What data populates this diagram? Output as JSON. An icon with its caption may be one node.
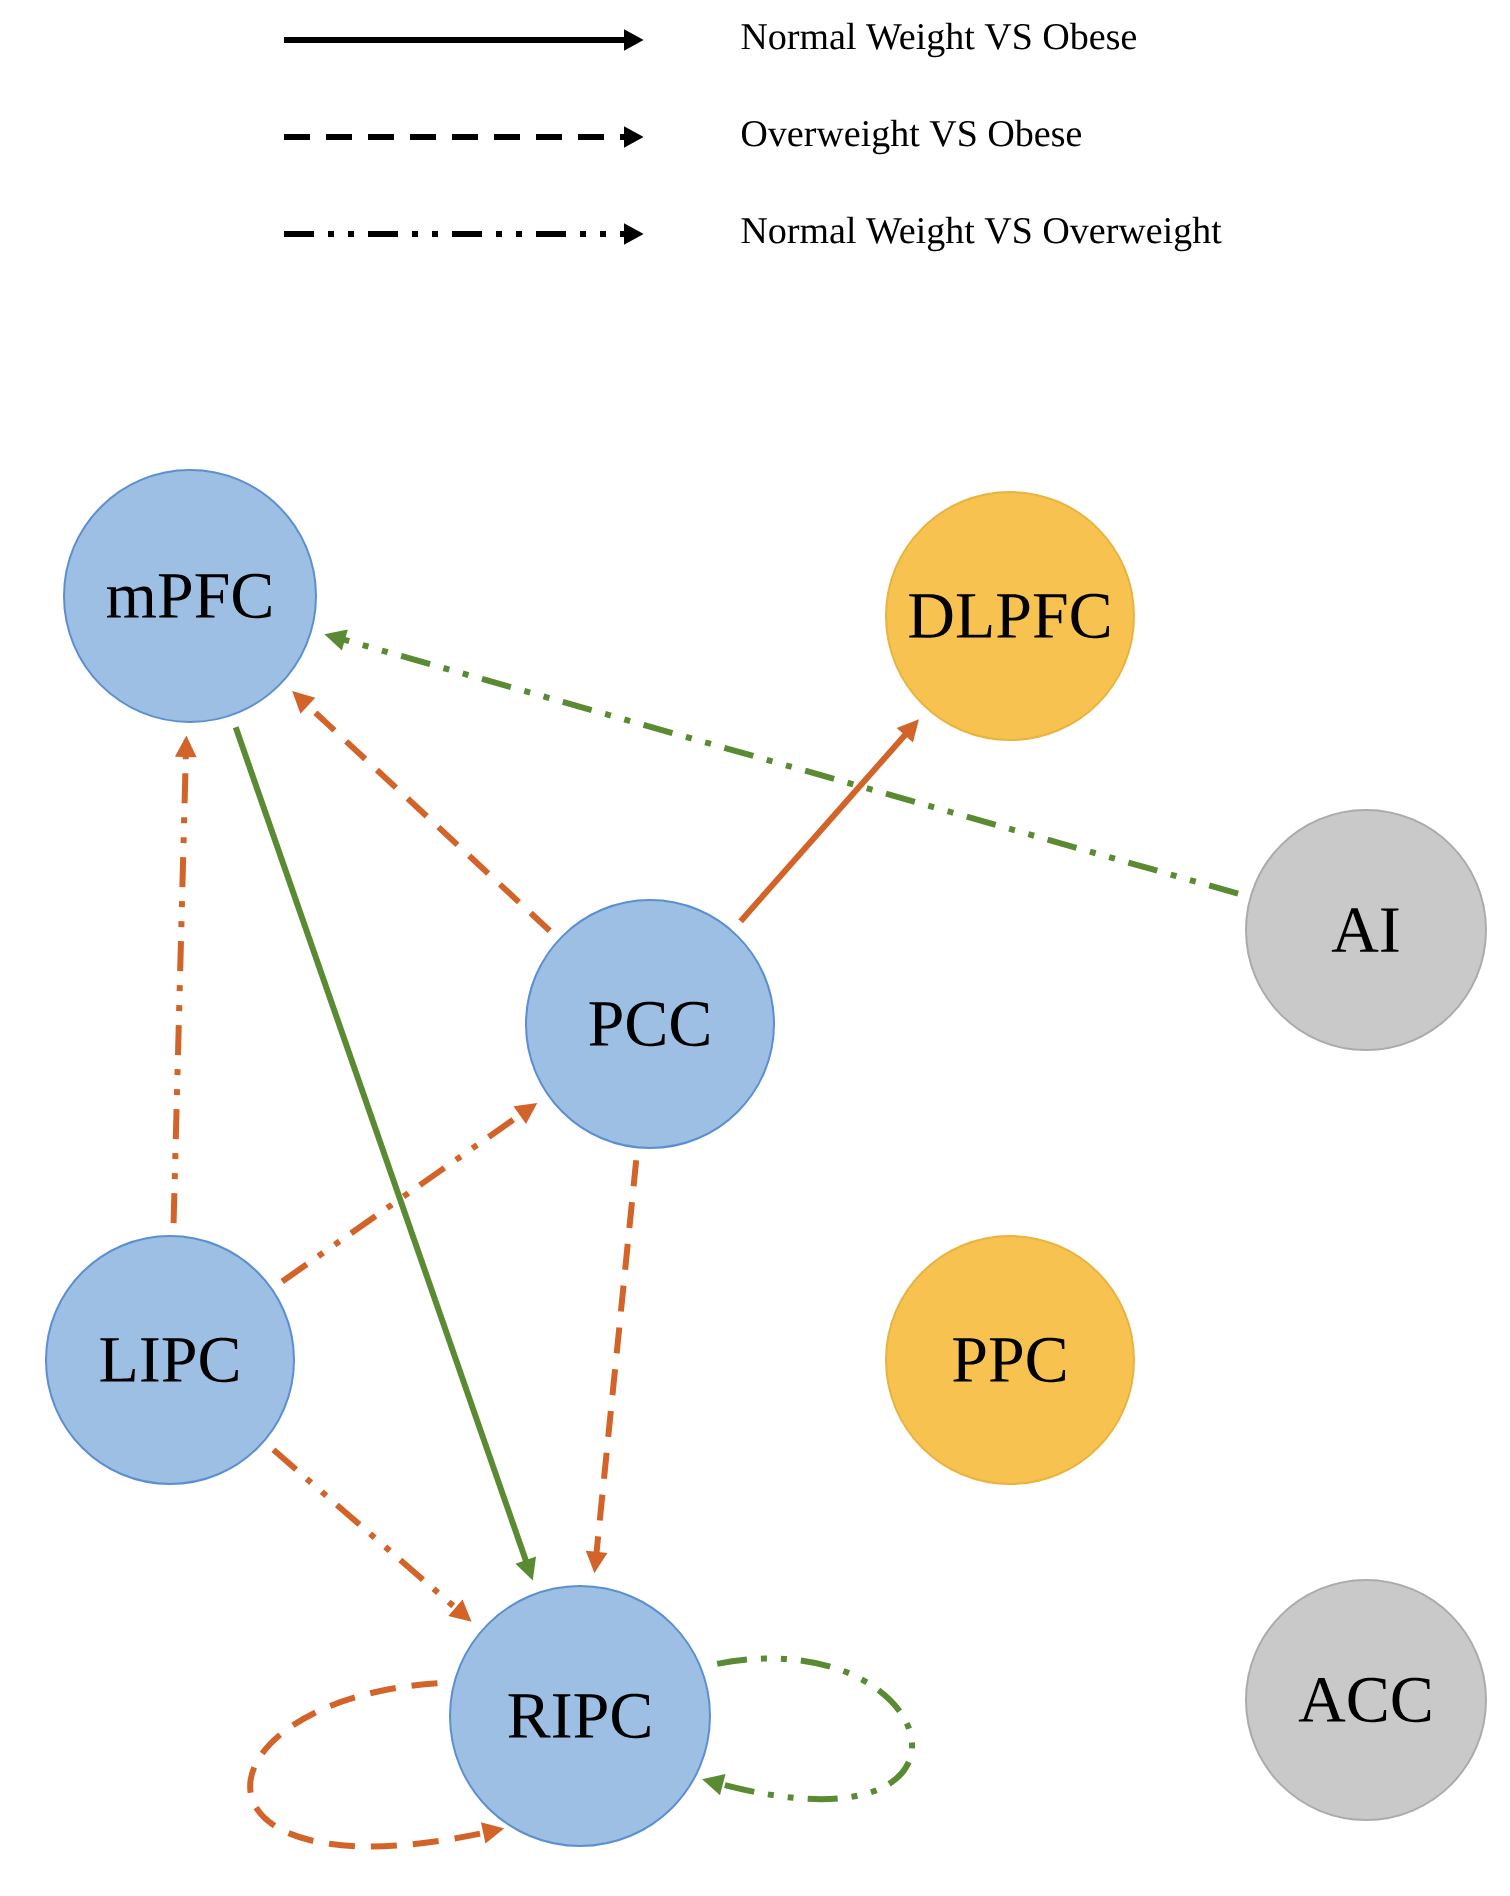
{
  "diagram": {
    "nodes": [
      {
        "text": [
          "mPFC"
        ]
      },
      {
        "text": [
          "DLPFC"
        ]
      },
      {
        "text": [
          "AI"
        ]
      },
      {
        "text": [
          "PCC"
        ]
      },
      {
        "text": [
          "LIPC"
        ]
      },
      {
        "text": [
          "PPC"
        ]
      },
      {
        "text": [
          "ACC"
        ]
      },
      {
        "text": [
          "RIPC"
        ]
      }
    ],
    "edges": [
      {
        "from": 2,
        "to": 0,
        "arrow": "to",
        "style": "dashed",
        "color": "#5a8a32"
      },
      {
        "from": 3,
        "to": 0,
        "arrow": "to",
        "style": "dashed"
      },
      {
        "from": 3,
        "to": 1,
        "arrow": "to"
      },
      {
        "from": 4,
        "to": 0,
        "arrow": "to",
        "style": "dashed"
      },
      {
        "from": 4,
        "to": 3,
        "arrow": "to",
        "style": "dashed"
      },
      {
        "from": 0,
        "to": 7,
        "arrow": "to",
        "color": "#5a8a32"
      },
      {
        "from": 3,
        "to": 7,
        "arrow": "to",
        "style": "dashed"
      },
      {
        "from": 4,
        "to": 7,
        "arrow": "to",
        "style": "dashed"
      },
      {
        "from": 7,
        "to": 7,
        "arrow": "to",
        "style": "dashed"
      },
      {
        "from": 7,
        "to": 7,
        "arrow": "to",
        "style": "dashed",
        "color": "#5a8a32"
      }
    ],
    "legend": [
      {
        "text": "Normal Weight VS Obese"
      },
      {
        "text": "Overweight VS Obese"
      },
      {
        "text": "Normal Weight VS Overweight"
      }
    ]
  }
}
